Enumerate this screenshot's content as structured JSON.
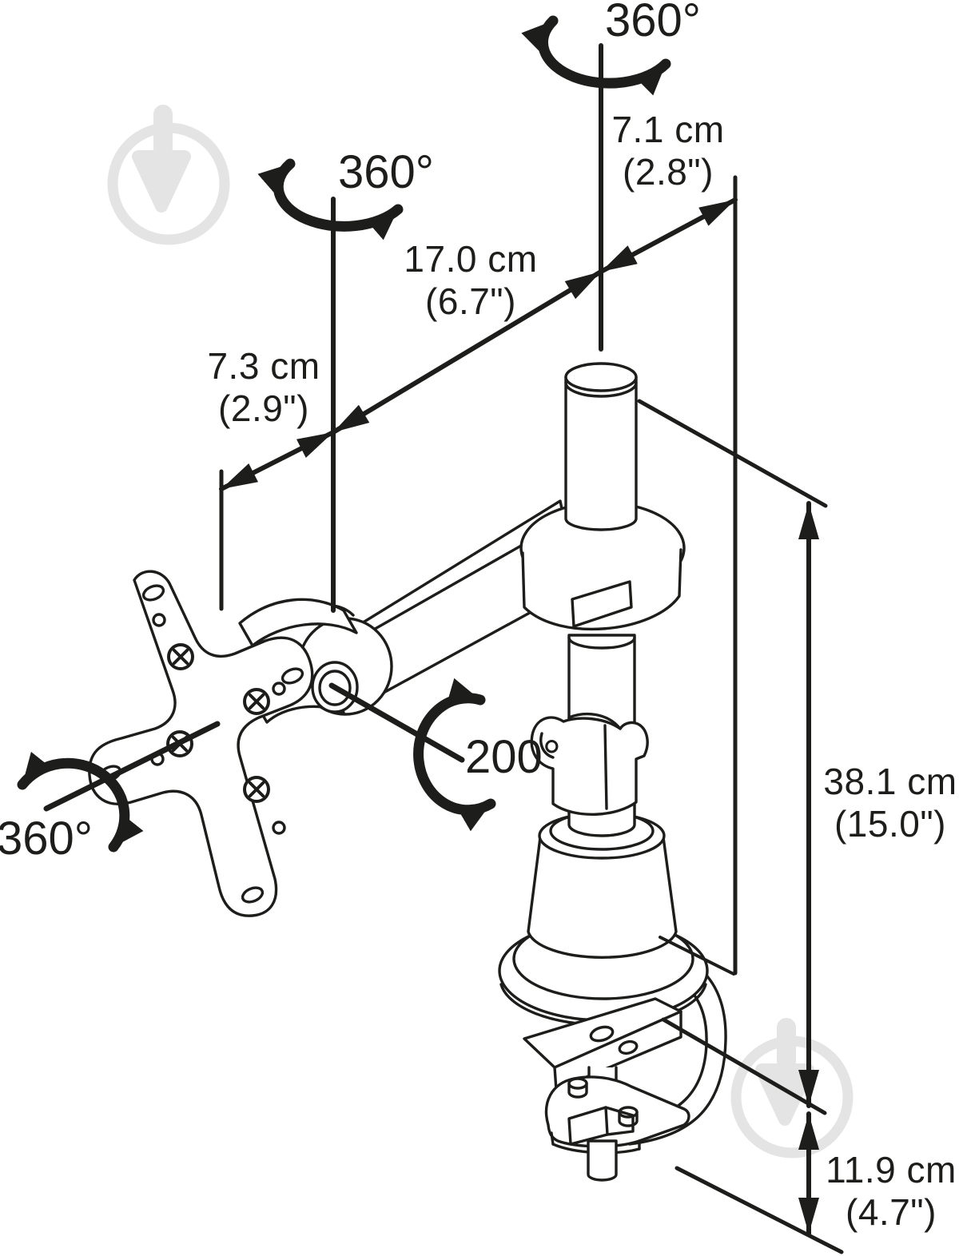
{
  "labels": {
    "rotation_pole": "360°",
    "rotation_arm_joint": "360°",
    "rotation_vesa": "360°",
    "swivel_elbow": "200°",
    "pole_offset": {
      "metric": "7.1 cm",
      "imperial": "(2.8\")"
    },
    "arm_reach": {
      "metric": "17.0 cm",
      "imperial": "(6.7\")"
    },
    "head_offset": {
      "metric": "7.3 cm",
      "imperial": "(2.9\")"
    },
    "pole_height": {
      "metric": "38.1 cm",
      "imperial": "(15.0\")"
    },
    "clamp_height": {
      "metric": "11.9 cm",
      "imperial": "(4.7\")"
    }
  },
  "colors": {
    "line": "#1d1d1b",
    "background": "#ffffff",
    "watermark": "#e4e4e4"
  },
  "icons": {
    "rotation_arrow": "curved double-headed rotation arrow",
    "dimension_arrow": "double-headed dimension arrow",
    "watermark_logo": "circle with inverted triangle watermark"
  }
}
